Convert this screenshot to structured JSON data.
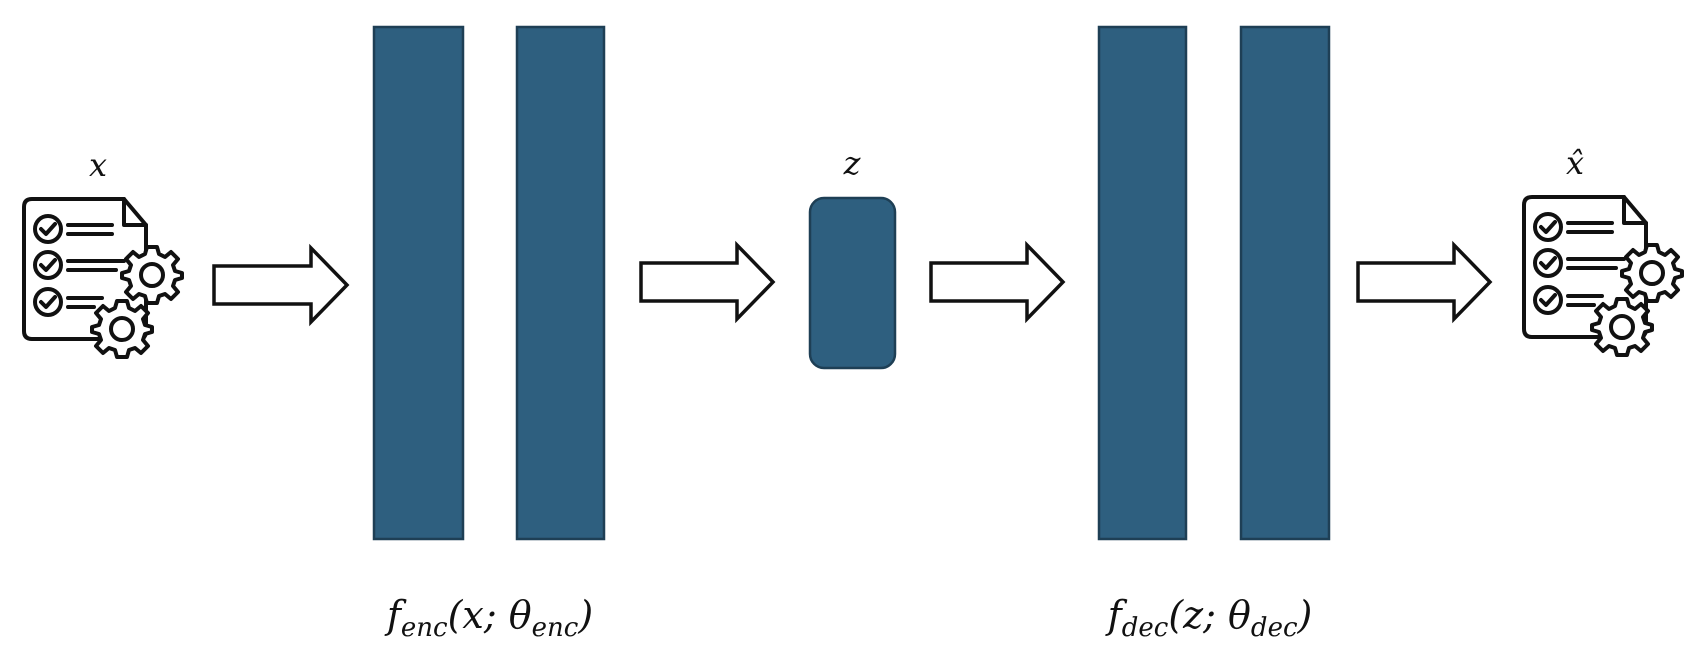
{
  "labels": {
    "input": "x",
    "latent": "z",
    "output": "x̂",
    "encoder": {
      "f": "f",
      "f_sub": "enc",
      "args_open": "(x; θ",
      "theta_sub": "enc",
      "close": ")"
    },
    "decoder": {
      "f": "f",
      "f_sub": "dec",
      "args_open": "(z; θ",
      "theta_sub": "dec",
      "close": ")"
    }
  },
  "icons": {
    "input": "document-checklist-gear-icon",
    "output": "document-checklist-gear-icon"
  },
  "colors": {
    "layer_fill": "#2e5f7f",
    "layer_stroke": "#1e3f55",
    "arrow_fill": "#ffffff",
    "line": "#111111"
  }
}
